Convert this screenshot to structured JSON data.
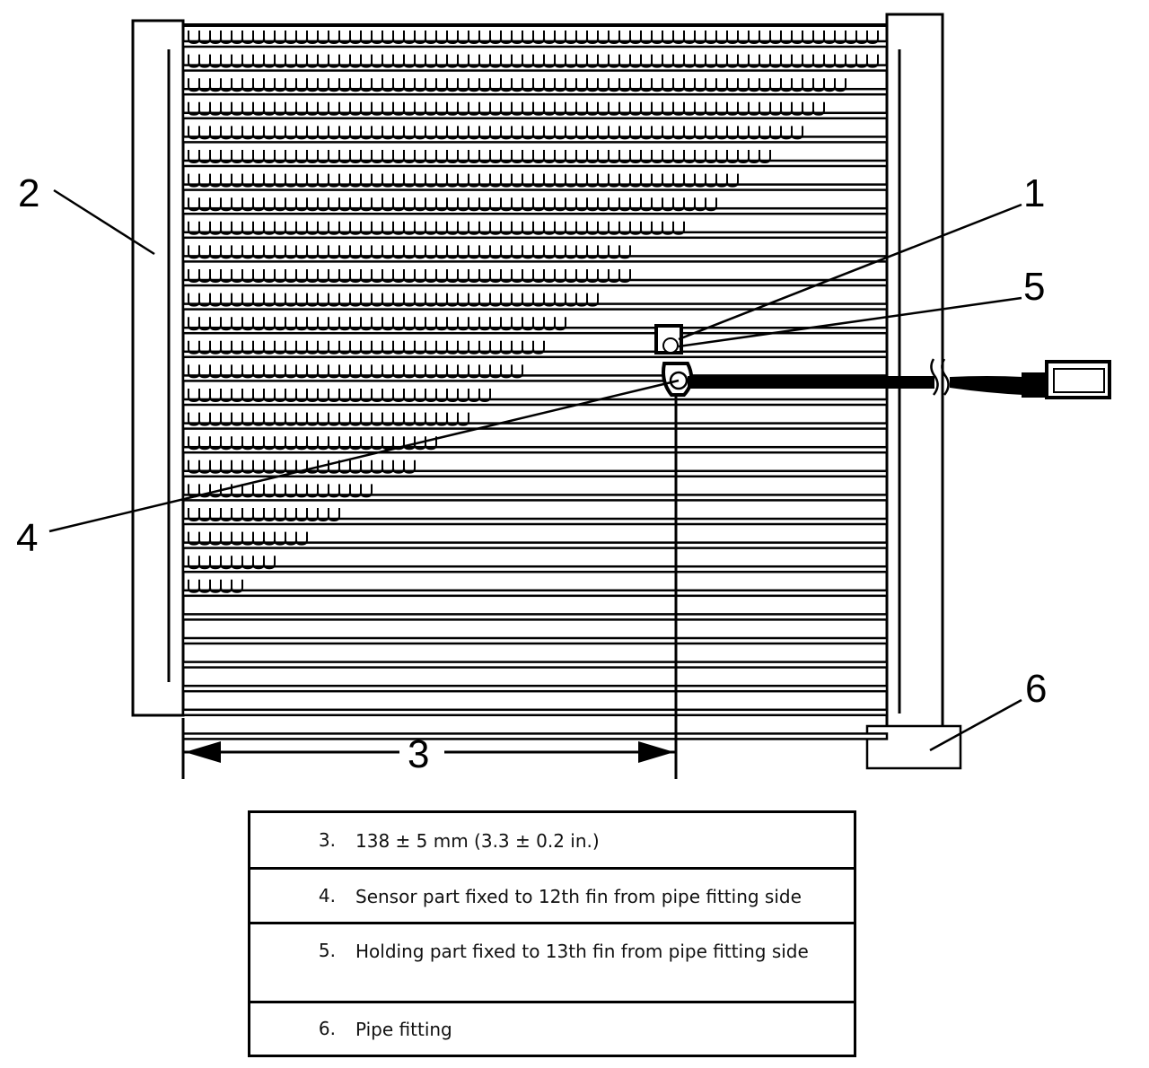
{
  "diagram": {
    "callouts": {
      "c1": "1",
      "c2": "2",
      "c3": "3",
      "c4": "4",
      "c5": "5",
      "c6": "6"
    }
  },
  "legend": {
    "rows": [
      {
        "num": "3.",
        "text": "138 ± 5 mm (3.3 ± 0.2 in.)"
      },
      {
        "num": "4.",
        "text": "Sensor part fixed to 12th fin from pipe fitting side"
      },
      {
        "num": "5.",
        "text": "Holding part fixed to 13th fin from pipe fitting side"
      },
      {
        "num": "6.",
        "text": "Pipe fitting"
      }
    ]
  }
}
